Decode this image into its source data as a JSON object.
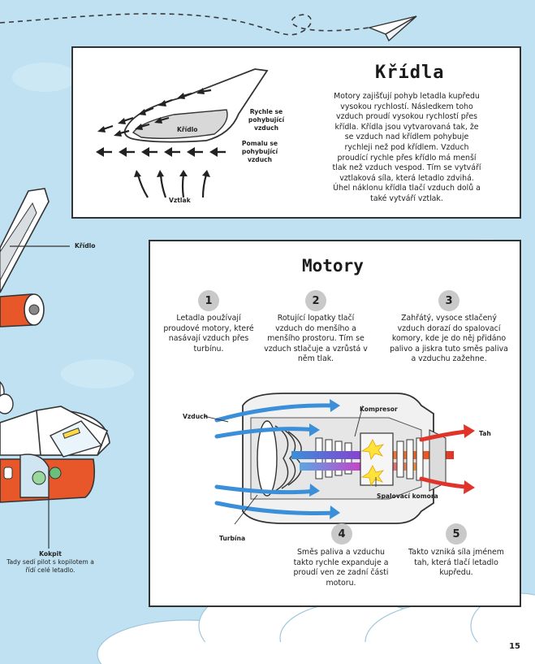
{
  "wings": {
    "title": "Křídla",
    "body": "Motory zajišťují pohyb letadla kupředu vysokou rychlostí. Následkem toho vzduch proudí vysokou rychlostí přes křídla. Křídla jsou vytvarovaná tak, že se vzduch nad křídlem pohybuje rychleji než pod křídlem. Vzduch proudící rychle přes křídlo má menší tlak než vzduch vespod. Tím se vytváří vztlaková síla, která letadlo zdvihá. Úhel náklonu křídla tlačí vzduch dolů a také vytváří vztlak.",
    "diagram": {
      "wing_label": "Křídlo",
      "fast_air_label": "Rychle se pohybující vzduch",
      "slow_air_label": "Pomalu se pohybující vzduch",
      "lift_label": "Vztlak"
    }
  },
  "engines": {
    "title": "Motory",
    "steps": [
      {
        "number": "1",
        "text": "Letadla používají proudové motory, které nasávají vzduch přes turbínu."
      },
      {
        "number": "2",
        "text": "Rotující lopatky tlačí vzduch do menšího a menšího prostoru. Tím se vzduch stlačuje a vzrůstá v něm tlak."
      },
      {
        "number": "3",
        "text": "Zahřátý, vysoce stlačený vzduch dorazí do spalovací komory, kde je do něj přidáno palivo a jiskra tuto směs paliva a vzduchu zažehne."
      },
      {
        "number": "4",
        "text": "Směs paliva a vzduchu takto rychle expanduje a proudí ven ze zadní části motoru."
      },
      {
        "number": "5",
        "text": "Takto vzniká síla jménem tah, která tlačí letadlo kupředu."
      }
    ],
    "diagram": {
      "air_label": "Vzduch",
      "compressor_label": "Kompresor",
      "thrust_label": "Tah",
      "combustion_label": "Spalovací komora",
      "turbine_label": "Turbína"
    }
  },
  "plane": {
    "wing_label": "Křídlo",
    "cockpit_title": "Kokpit",
    "cockpit_text": "Tady sedí pilot s kopilotem a řídí celé letadlo."
  },
  "page_number": "15",
  "colors": {
    "sky": "#bfe1f2",
    "air_blue": "#3a8fd8",
    "thrust_red": "#e0342a",
    "plane_orange": "#e8572a",
    "spark_yellow": "#ffe23a"
  }
}
